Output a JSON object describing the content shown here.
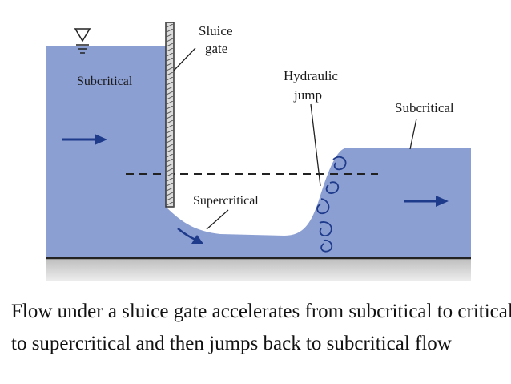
{
  "labels": {
    "sluice_gate_line1": "Sluice",
    "sluice_gate_line2": "gate",
    "subcritical_upstream": "Subcritical",
    "hydraulic_jump_line1": "Hydraulic",
    "hydraulic_jump_line2": "jump",
    "subcritical_downstream": "Subcritical",
    "supercritical": "Supercritical"
  },
  "caption": {
    "line1": "Flow under a sluice gate accelerates from subcritical to critical",
    "line2": "to supercritical and then jumps back to subcritical flow"
  },
  "colors": {
    "water": "#8c9fd3",
    "water_dark": "#7388c4",
    "channel_bed": "#d4d4d4",
    "bed_line": "#222222",
    "arrow": "#1e3a8a",
    "gate": "#dcdcdc"
  },
  "icons": {
    "water_surface_marker": "inverted-triangle-icon"
  }
}
